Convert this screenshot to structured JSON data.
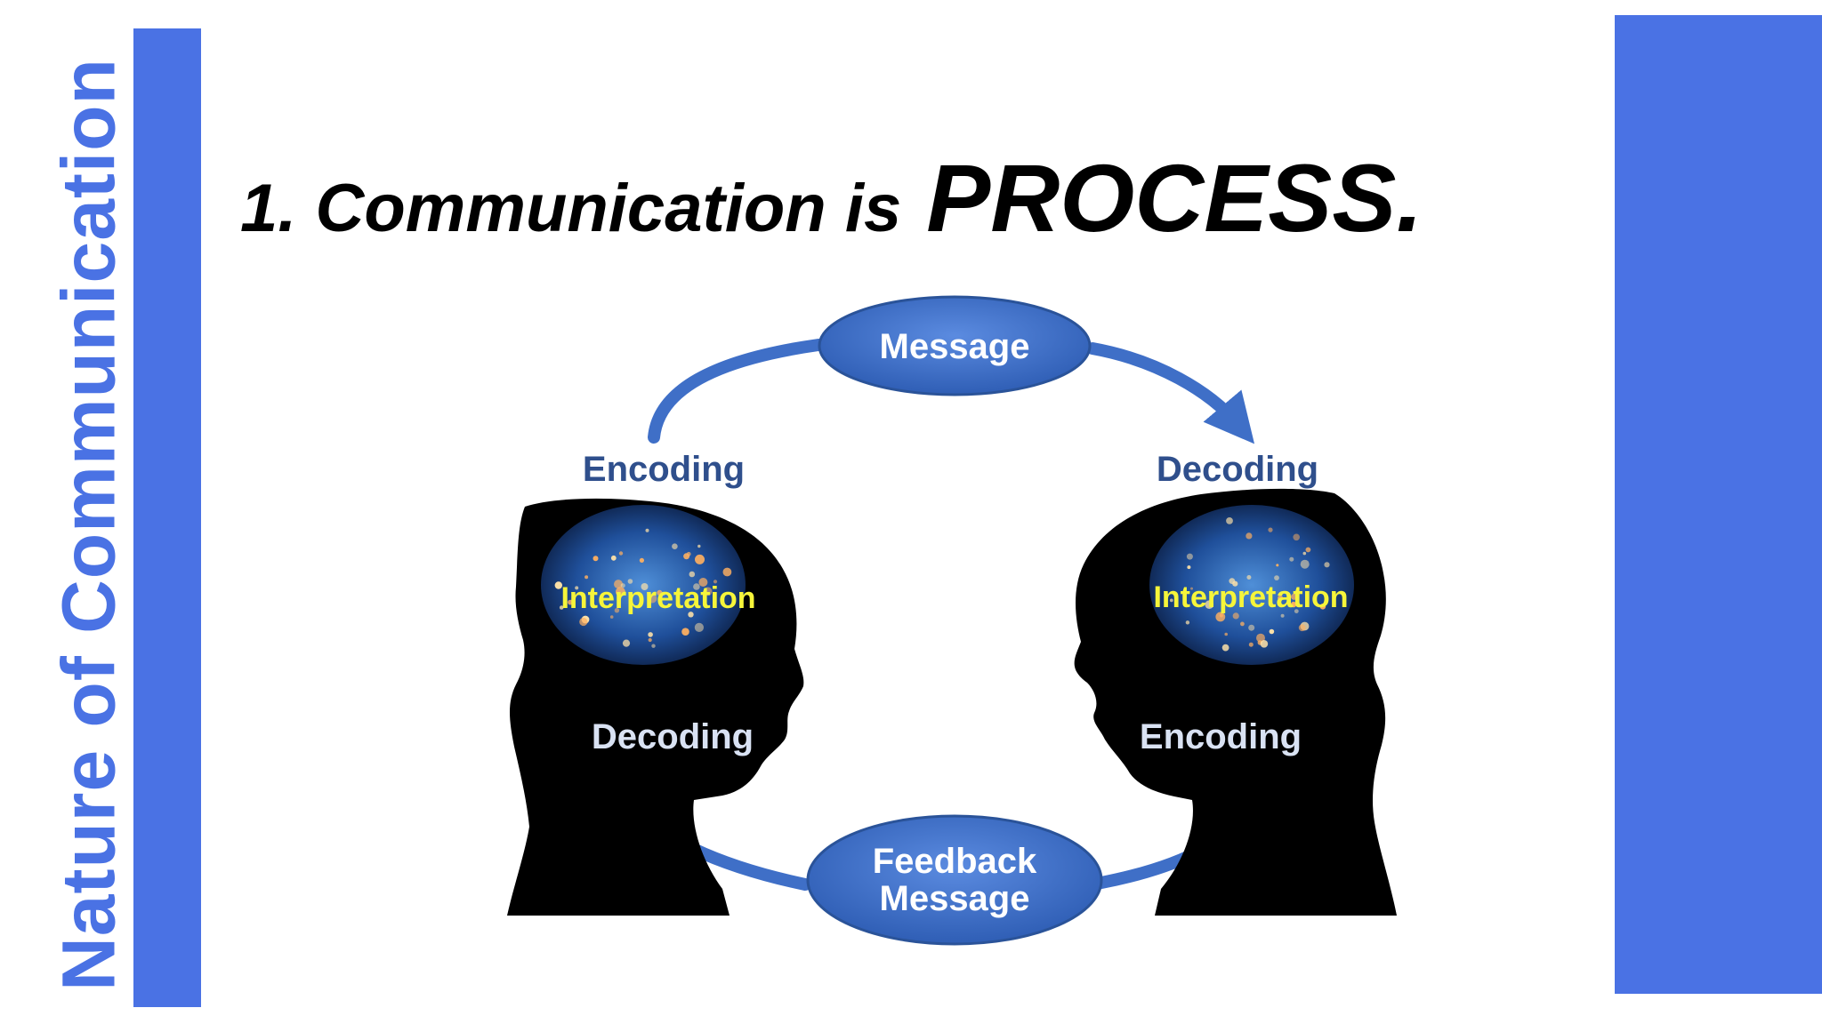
{
  "sidebar": {
    "title": "Nature of Communication"
  },
  "heading": {
    "lead": "1. Communication is",
    "emphasis": "PROCESS."
  },
  "diagram": {
    "message": "Message",
    "encoding_left": "Encoding",
    "decoding_right": "Decoding",
    "interpretation_left": "Interpretation",
    "interpretation_right": "Interpretation",
    "decoding_left_head": "Decoding",
    "encoding_right_head": "Encoding",
    "feedback_line1": "Feedback",
    "feedback_line2": "Message"
  },
  "colors": {
    "accent": "#4a72e4",
    "ellipse": "#3f6fc7",
    "label_dark": "#2f4f8c",
    "interpretation": "#f6f53a"
  }
}
